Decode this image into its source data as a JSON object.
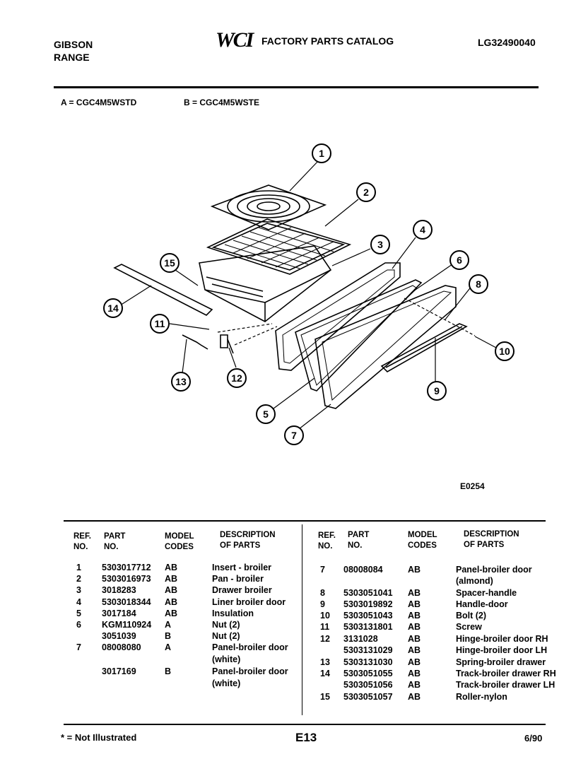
{
  "header": {
    "brand_line1": "GIBSON",
    "brand_line2": "RANGE",
    "logo_text": "WCI",
    "catalog_title": "FACTORY PARTS CATALOG",
    "catalog_number": "LG32490040"
  },
  "models": {
    "a": "A = CGC4M5WSTD",
    "b": "B = CGC4M5WSTE"
  },
  "diagram": {
    "figure_code": "E0254",
    "callouts": [
      "1",
      "2",
      "3",
      "4",
      "5",
      "6",
      "7",
      "8",
      "9",
      "10",
      "11",
      "12",
      "13",
      "14",
      "15"
    ]
  },
  "table": {
    "headers": {
      "ref_1": "REF.",
      "ref_2": "NO.",
      "part_1": "PART",
      "part_2": "NO.",
      "model_1": "MODEL",
      "model_2": "CODES",
      "desc_1": "DESCRIPTION",
      "desc_2": "OF PARTS"
    },
    "left_rows": [
      {
        "ref": "1",
        "part": "5303017712",
        "code": "AB",
        "desc": "Insert - broiler"
      },
      {
        "ref": "2",
        "part": "5303016973",
        "code": "AB",
        "desc": "Pan - broiler"
      },
      {
        "ref": "3",
        "part": "3018283",
        "code": "AB",
        "desc": "Drawer broiler"
      },
      {
        "ref": "4",
        "part": "5303018344",
        "code": "AB",
        "desc": "Liner broiler door"
      },
      {
        "ref": "5",
        "part": "3017184",
        "code": "AB",
        "desc": "Insulation"
      },
      {
        "ref": "6",
        "part": "KGM110924",
        "code": "A",
        "desc": "Nut (2)"
      },
      {
        "ref": "",
        "part": "3051039",
        "code": "B",
        "desc": "Nut (2)"
      },
      {
        "ref": "7",
        "part": "08008080",
        "code": "A",
        "desc": "Panel-broiler door"
      },
      {
        "ref": "",
        "part": "",
        "code": "",
        "desc": "(white)"
      },
      {
        "ref": "",
        "part": "3017169",
        "code": "B",
        "desc": "Panel-broiler door"
      },
      {
        "ref": "",
        "part": "",
        "code": "",
        "desc": "(white)"
      }
    ],
    "right_rows": [
      {
        "ref": "7",
        "part": "08008084",
        "code": "AB",
        "desc": "Panel-broiler door"
      },
      {
        "ref": "",
        "part": "",
        "code": "",
        "desc": "(almond)"
      },
      {
        "ref": "8",
        "part": "5303051041",
        "code": "AB",
        "desc": "Spacer-handle"
      },
      {
        "ref": "9",
        "part": "5303019892",
        "code": "AB",
        "desc": "Handle-door"
      },
      {
        "ref": "10",
        "part": "5303051043",
        "code": "AB",
        "desc": "Bolt (2)"
      },
      {
        "ref": "11",
        "part": "5303131801",
        "code": "AB",
        "desc": "Screw"
      },
      {
        "ref": "12",
        "part": "3131028",
        "code": "AB",
        "desc": "Hinge-broiler door RH"
      },
      {
        "ref": "",
        "part": "5303131029",
        "code": "AB",
        "desc": "Hinge-broiler door LH"
      },
      {
        "ref": "13",
        "part": "5303131030",
        "code": "AB",
        "desc": "Spring-broiler drawer"
      },
      {
        "ref": "14",
        "part": "5303051055",
        "code": "AB",
        "desc": "Track-broiler drawer RH"
      },
      {
        "ref": "",
        "part": "5303051056",
        "code": "AB",
        "desc": "Track-broiler drawer LH"
      },
      {
        "ref": "15",
        "part": "5303051057",
        "code": "AB",
        "desc": "Roller-nylon"
      }
    ]
  },
  "footer": {
    "note": "* = Not Illustrated",
    "page": "E13",
    "date": "6/90"
  }
}
